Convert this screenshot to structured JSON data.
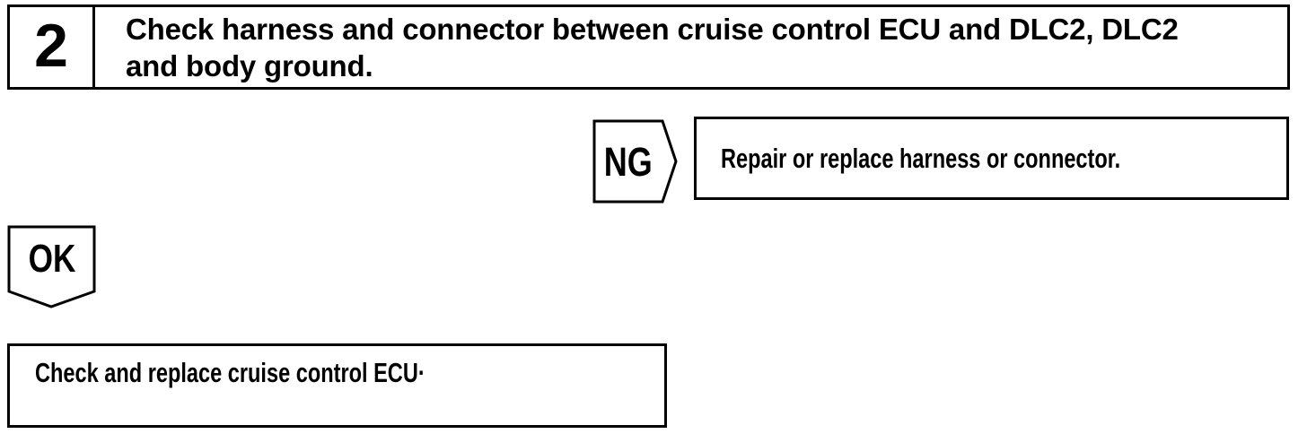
{
  "palette": {
    "ink": "#000000",
    "paper": "#ffffff"
  },
  "step_box": {
    "number": "2",
    "instruction_line1": "Check harness and connector between cruise control ECU and DLC2, DLC2",
    "instruction_line2": "and body ground."
  },
  "ng_branch": {
    "label": "NG",
    "result": "Repair or replace harness or connector."
  },
  "ok_branch": {
    "label": "OK",
    "result": "Check and replace cruise control ECU·"
  }
}
